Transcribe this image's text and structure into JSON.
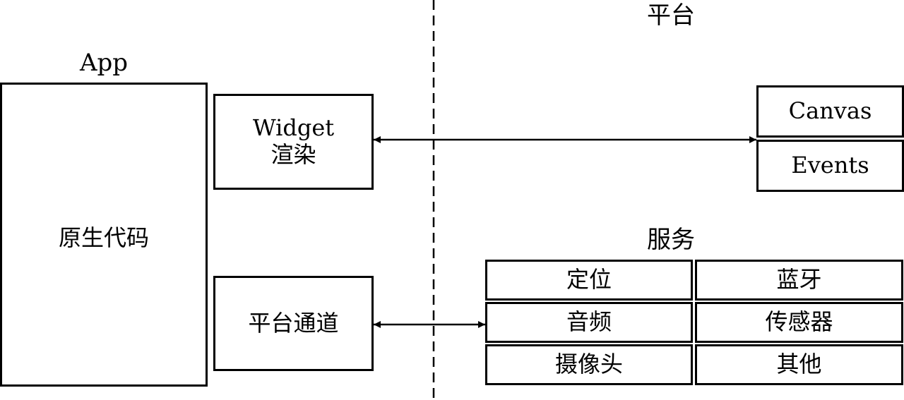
{
  "app": {
    "heading": "App",
    "native_code": "原生代码"
  },
  "widget_box": {
    "line1": "Widget",
    "line2": "渲染"
  },
  "channel_box": {
    "label": "平台通道"
  },
  "platform": {
    "heading": "平台",
    "canvas": "Canvas",
    "events": "Events"
  },
  "services": {
    "heading": "服务",
    "items": [
      "定位",
      "蓝牙",
      "音频",
      "传感器",
      "摄像头",
      "其他"
    ]
  },
  "colors": {
    "stroke": "#000000",
    "background": "#ffffff"
  }
}
